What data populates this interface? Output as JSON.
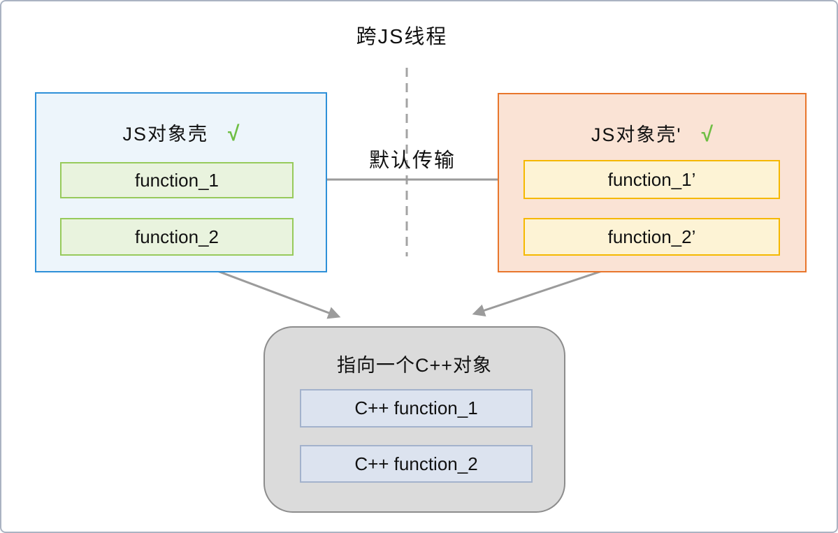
{
  "colors": {
    "frame-border": "#aab3c2",
    "line-gray": "#a3a3a3",
    "arrow-gray": "#9b9b9b",
    "left-box-border": "#2e90d8",
    "left-box-bg": "#edf5fb",
    "green-border": "#97ca5b",
    "green-bg": "#e9f3de",
    "right-box-border": "#e8762c",
    "right-box-bg": "#fae3d5",
    "yellow-border": "#f5b800",
    "yellow-bg": "#fdf3d5",
    "gray-box-border": "#8c8c8c",
    "gray-box-bg": "#dbdbdb",
    "cpp-box-border": "#a3b2cc",
    "cpp-box-bg": "#dce3ef",
    "check-green": "#6fbe44",
    "text": "#1a1a1a"
  },
  "header": {
    "title": "跨JS线程"
  },
  "transfer": {
    "label": "默认传输"
  },
  "left_shell": {
    "title": "JS对象壳",
    "check": "√",
    "functions": [
      "function_1",
      "function_2"
    ]
  },
  "right_shell": {
    "title": "JS对象壳'",
    "check": "√",
    "functions": [
      "function_1’",
      "function_2’"
    ]
  },
  "cpp_object": {
    "title": "指向一个C++对象",
    "functions": [
      "C++ function_1",
      "C++ function_2"
    ]
  }
}
